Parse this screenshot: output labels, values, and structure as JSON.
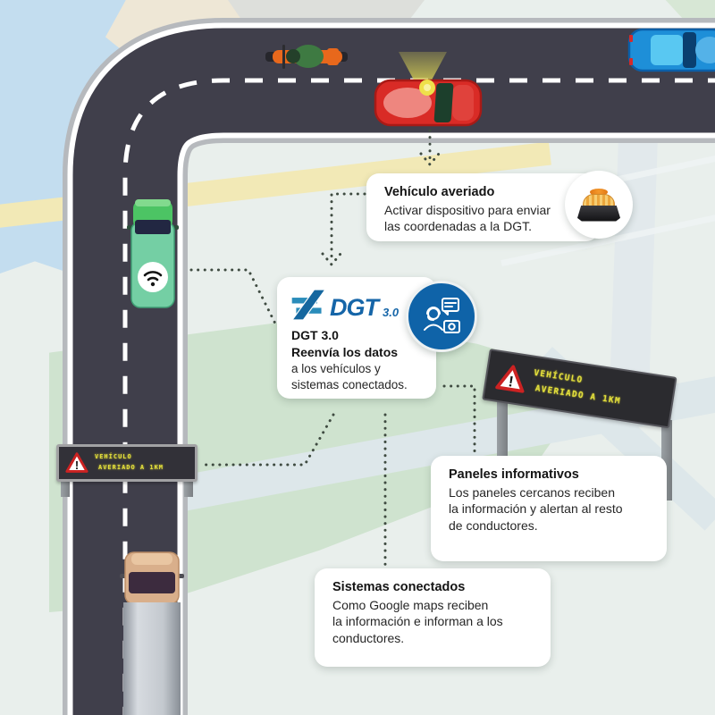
{
  "callouts": {
    "averiado": {
      "title": "Vehículo averiado",
      "lines": [
        "Activar dispositivo para enviar",
        "las coordenadas a la DGT."
      ]
    },
    "dgt": {
      "logo_text": "DGT",
      "logo_version": "3.0",
      "title": "DGT 3.0",
      "subtitle": "Reenvía los datos",
      "lines": [
        "a los vehículos y",
        "sistemas conectados."
      ]
    },
    "paneles": {
      "title": "Paneles informativos",
      "lines": [
        "Los paneles cercanos reciben",
        "la información y alertan al resto",
        "de conductores."
      ]
    },
    "sistemas": {
      "title": "Sistemas conectados",
      "lines": [
        "Como Google maps reciben",
        "la información e informan a los",
        "conductores."
      ]
    }
  },
  "signs": {
    "small_gantry": {
      "line1": "VEHÍCULO",
      "line2": "AVERIADO A 1KM",
      "warning_glyph": "!"
    },
    "large_gantry": {
      "line1": "VEHÍCULO",
      "line2": "AVERIADO A 1KM",
      "warning_glyph": "!"
    }
  },
  "icons": {
    "beacon": "v16-emergency-beacon",
    "operator": "traffic-control-operator",
    "wifi": "wifi-connectivity",
    "warning": "warning-triangle"
  },
  "colors": {
    "asphalt": "#403f4b",
    "led_yellow": "#e3df3d",
    "dgt_blue": "#1565a8",
    "circle_blue": "#0f63a8",
    "map_green": "#cfe3cf",
    "map_water": "#c3ddef",
    "warning_red": "#cc2222",
    "connector": "#3f4b41"
  }
}
